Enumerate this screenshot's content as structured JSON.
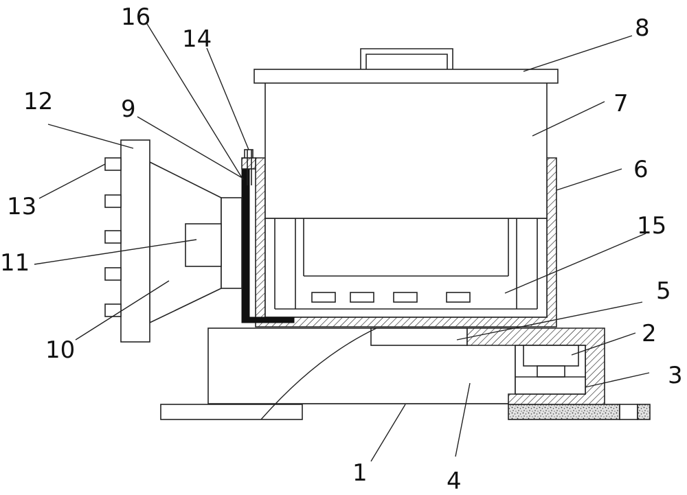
{
  "labels": {
    "l1": "1",
    "l2": "2",
    "l3": "3",
    "l4": "4",
    "l5": "5",
    "l6": "6",
    "l7": "7",
    "l8": "8",
    "l9": "9",
    "l10": "10",
    "l11": "11",
    "l12": "12",
    "l13": "13",
    "l14": "14",
    "l15": "15",
    "l16": "16"
  },
  "colors": {
    "stroke": "#222222",
    "background": "#ffffff",
    "dark_liner": "#111111",
    "speckle_pad": "#d9d9d9"
  }
}
